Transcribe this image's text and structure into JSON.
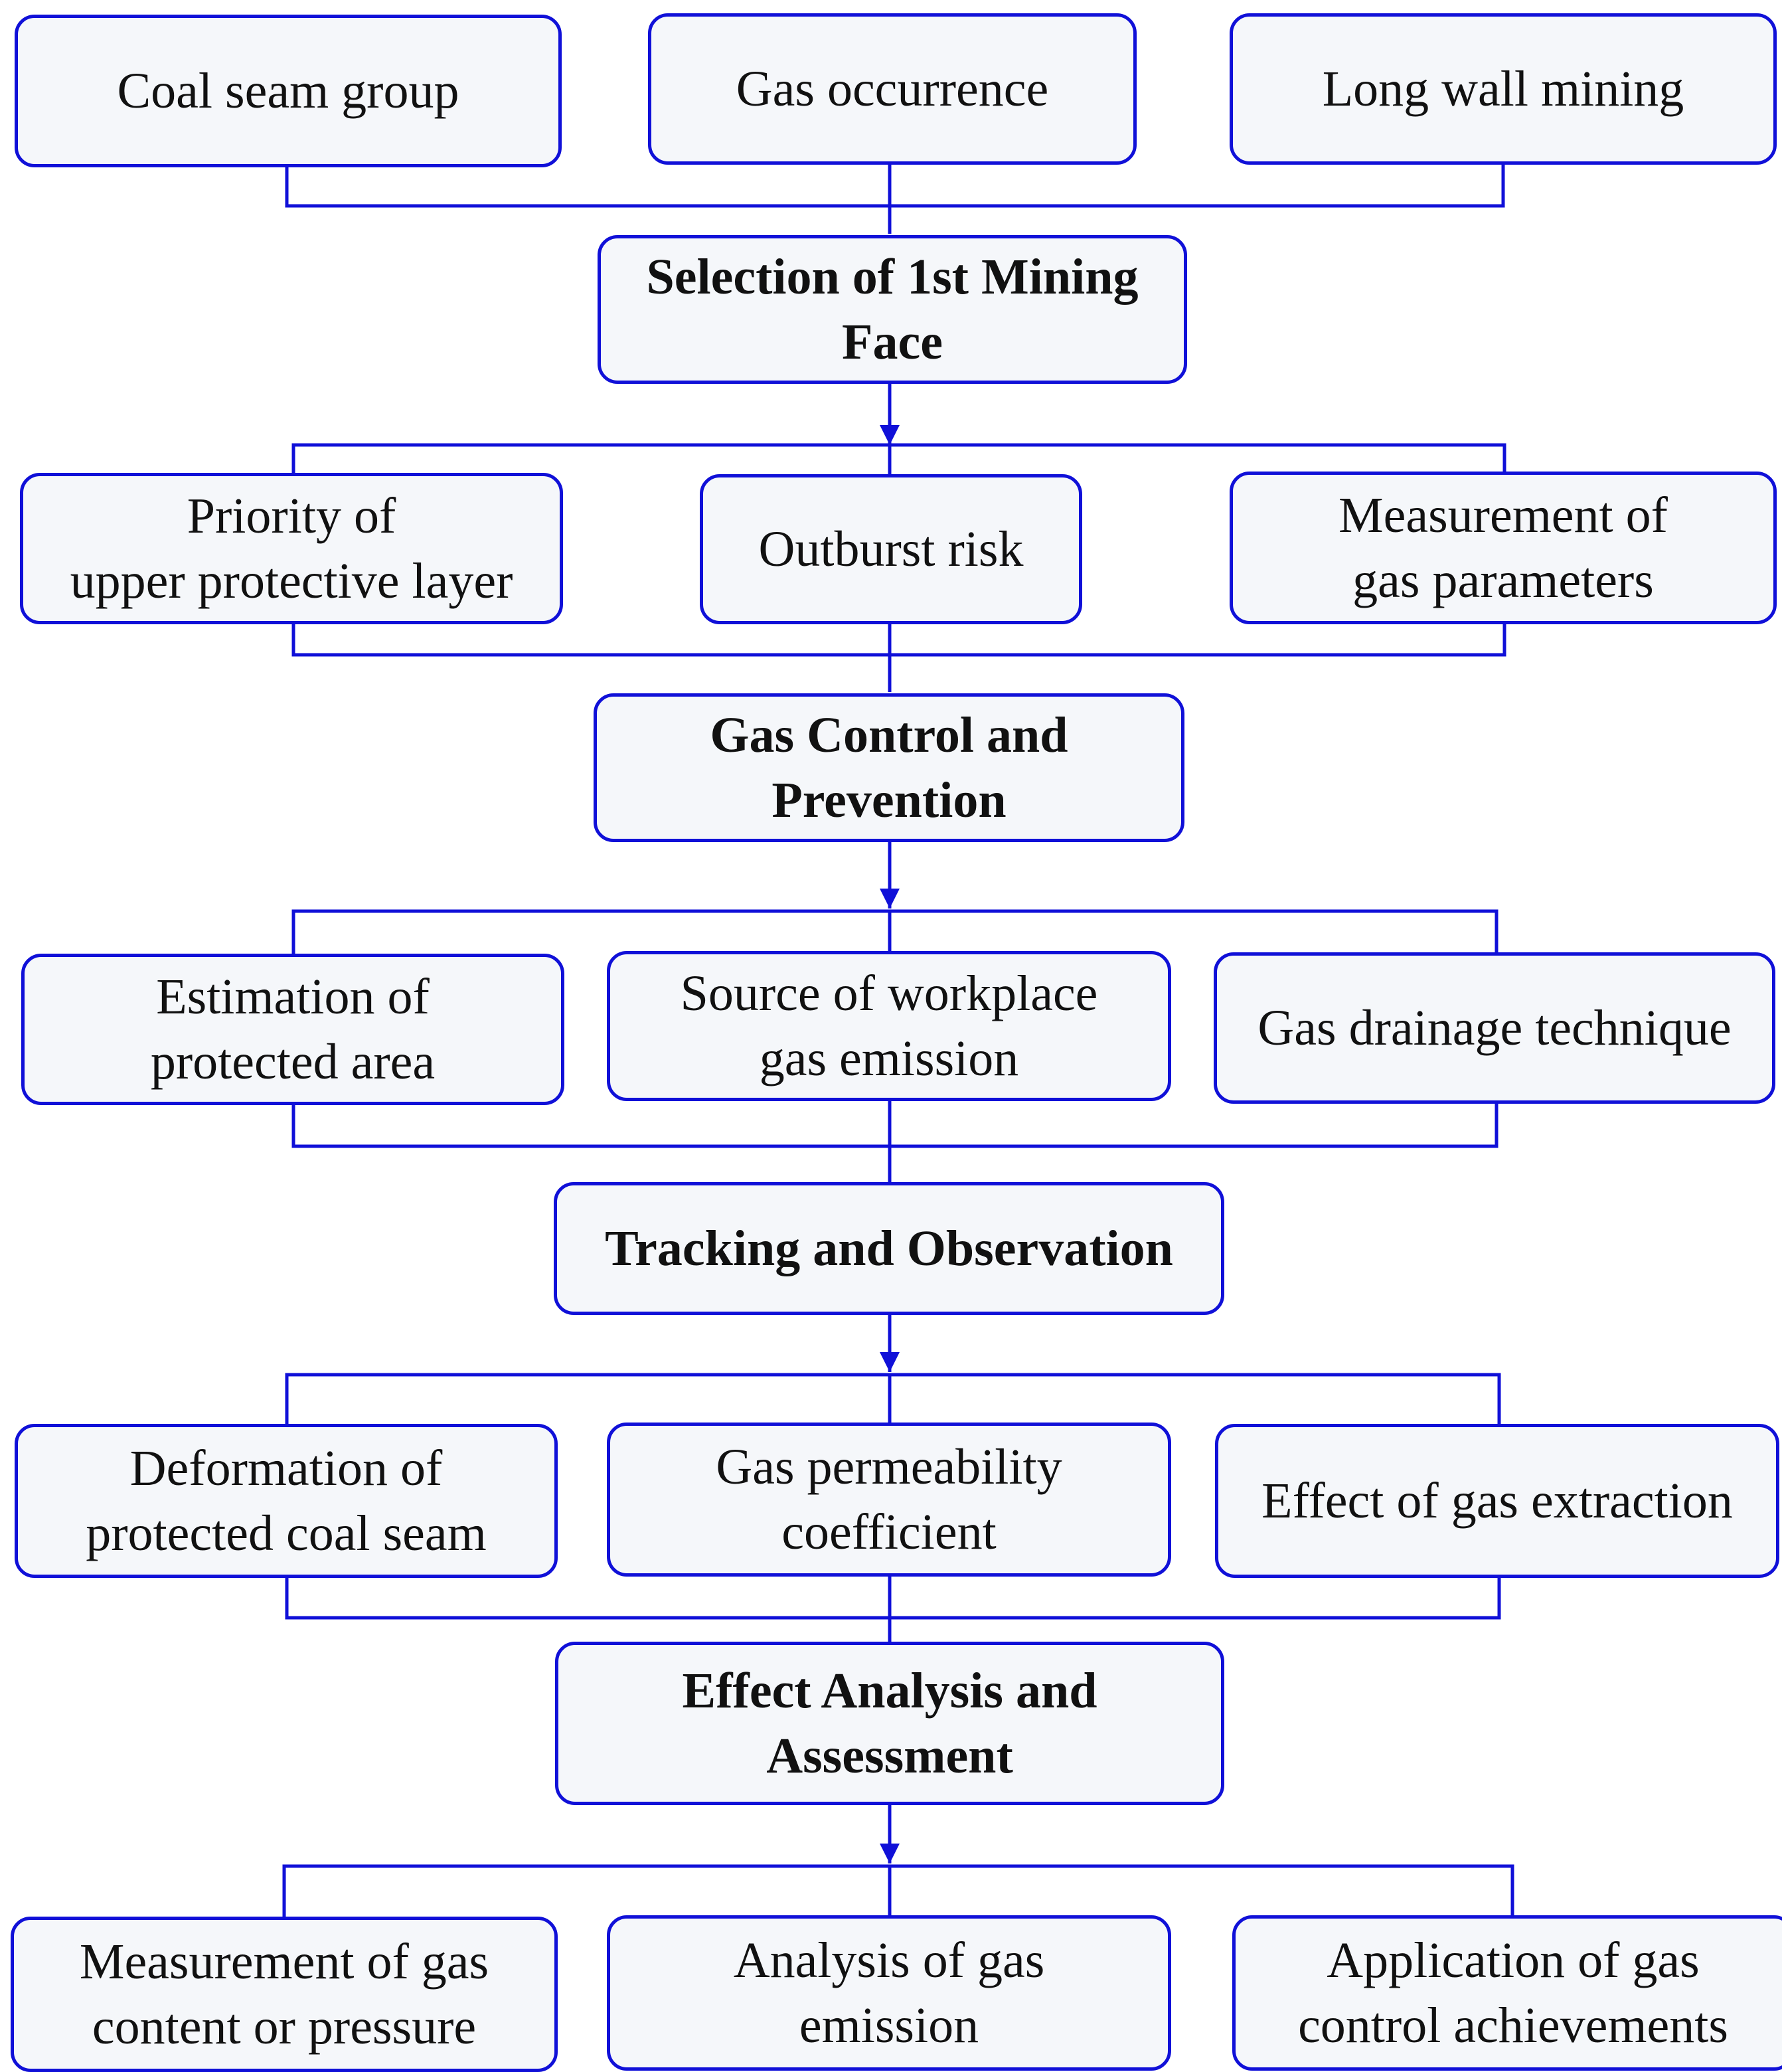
{
  "colors": {
    "line": "#1010d8",
    "box_border": "#1010d8",
    "box_fill": "#f5f7fa",
    "text": "#111111"
  },
  "row1": {
    "left": "Coal seam group",
    "center": "Gas occurrence",
    "right": "Long wall mining"
  },
  "stage1": "Selection of 1st Mining\nFace",
  "row2": {
    "left": "Priority of\nupper protective layer",
    "center": "Outburst risk",
    "right": "Measurement of\ngas parameters"
  },
  "stage2": "Gas Control and\nPrevention",
  "row3": {
    "left": "Estimation of\nprotected area",
    "center": "Source of workplace\ngas emission",
    "right": "Gas drainage technique"
  },
  "stage3": "Tracking and Observation",
  "row4": {
    "left": "Deformation of\nprotected coal seam",
    "center": "Gas permeability\ncoefficient",
    "right": "Effect of gas extraction"
  },
  "stage4": "Effect Analysis and\nAssessment",
  "row5": {
    "left": "Measurement of gas\ncontent or pressure",
    "center": "Analysis of gas\nemission",
    "right": "Application of gas\ncontrol achievements"
  }
}
